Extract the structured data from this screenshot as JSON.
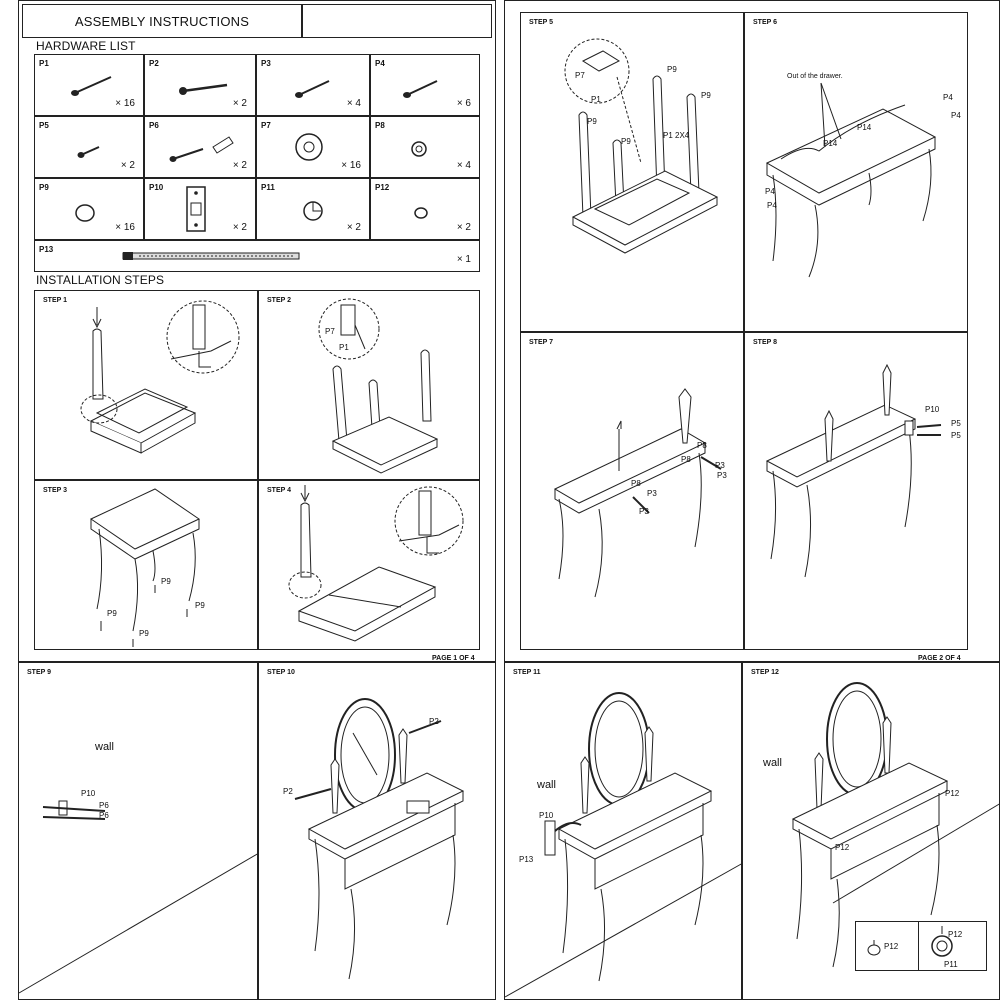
{
  "page1": {
    "title": "ASSEMBLY INSTRUCTIONS",
    "hardware_heading": "HARDWARE LIST",
    "installation_heading": "INSTALLATION STEPS",
    "page_number": "PAGE 1 OF 4",
    "hardware": [
      {
        "id": "P1",
        "qty": "× 16",
        "icon": "long-screw-icon"
      },
      {
        "id": "P2",
        "qty": "× 2",
        "icon": "long-bolt-icon"
      },
      {
        "id": "P3",
        "qty": "× 4",
        "icon": "screw-icon"
      },
      {
        "id": "P4",
        "qty": "× 6",
        "icon": "screw-icon"
      },
      {
        "id": "P5",
        "qty": "× 2",
        "icon": "short-screw-icon"
      },
      {
        "id": "P6",
        "qty": "× 2",
        "icon": "screw-and-anchor-icon"
      },
      {
        "id": "P7",
        "qty": "× 16",
        "icon": "washer-icon"
      },
      {
        "id": "P8",
        "qty": "× 4",
        "icon": "small-washer-icon"
      },
      {
        "id": "P9",
        "qty": "× 16",
        "icon": "foot-pad-icon"
      },
      {
        "id": "P10",
        "qty": "× 2",
        "icon": "bracket-icon"
      },
      {
        "id": "P11",
        "qty": "× 2",
        "icon": "cover-cap-icon"
      },
      {
        "id": "P12",
        "qty": "× 2",
        "icon": "small-cap-icon"
      }
    ],
    "strap": {
      "id": "P13",
      "qty": "× 1"
    },
    "steps": [
      {
        "label": "STEP 1"
      },
      {
        "label": "STEP 2",
        "callouts": [
          "P7",
          "P1"
        ]
      },
      {
        "label": "STEP 3",
        "callouts": [
          "P9",
          "P9",
          "P9",
          "P9"
        ]
      },
      {
        "label": "STEP 4"
      }
    ]
  },
  "page2": {
    "page_number": "PAGE 2 OF 4",
    "steps": [
      {
        "label": "STEP 5",
        "callouts": [
          "P7",
          "P1",
          "P9",
          "P9",
          "P9",
          "P9",
          "P1 2X4"
        ]
      },
      {
        "label": "STEP 6",
        "note": "Out of the drawer.",
        "callouts": [
          "P4",
          "P4",
          "P14",
          "P14",
          "P4",
          "P4"
        ]
      },
      {
        "label": "STEP 7",
        "callouts": [
          "P8",
          "P8",
          "P3",
          "P3",
          "P8",
          "P3",
          "P3"
        ]
      },
      {
        "label": "STEP 8",
        "callouts": [
          "P10",
          "P5",
          "P5"
        ]
      }
    ]
  },
  "page3": {
    "steps": [
      {
        "label": "STEP 9",
        "wall": "wall",
        "callouts": [
          "P10",
          "P6",
          "P6"
        ]
      },
      {
        "label": "STEP 10",
        "callouts": [
          "P2",
          "P2"
        ]
      }
    ]
  },
  "page4": {
    "steps": [
      {
        "label": "STEP 11",
        "wall": "wall",
        "callouts": [
          "P10",
          "P13"
        ]
      },
      {
        "label": "STEP 12",
        "wall": "wall",
        "callouts": [
          "P12",
          "P12",
          "P12",
          "P12",
          "P11"
        ]
      }
    ]
  }
}
